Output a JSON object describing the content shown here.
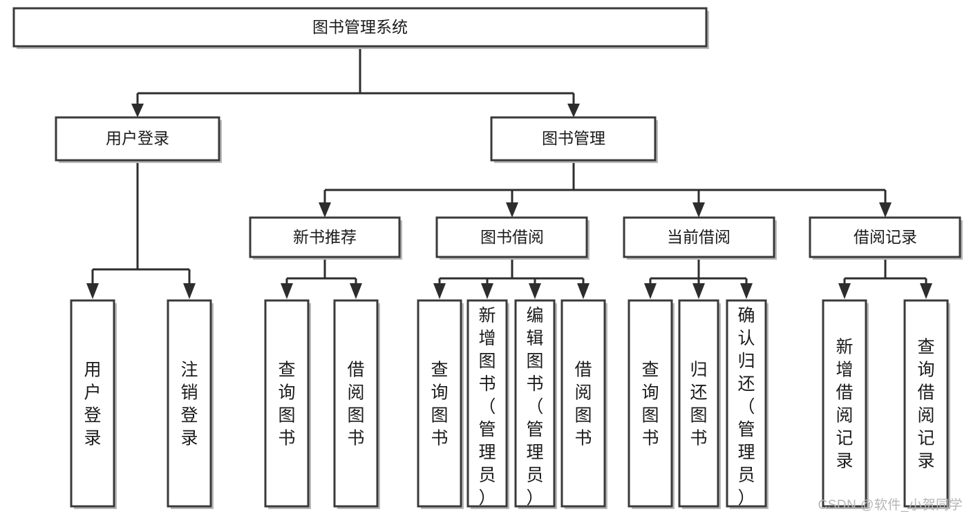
{
  "diagram": {
    "type": "tree",
    "title": "图书管理系统",
    "orientation": "top-down",
    "watermark": "CSDN @软件_小贺同学",
    "colors": {
      "background": "#ffffff",
      "box_fill": "#ffffff",
      "box_stroke": "#3a3a3a",
      "connector": "#2d2d2d",
      "text": "#1a1a1a",
      "watermark": "#b5b5b5"
    },
    "levels": [
      {
        "level": 1,
        "nodes": [
          {
            "id": "root",
            "label": "图书管理系统",
            "orientation": "horizontal"
          }
        ]
      },
      {
        "level": 2,
        "nodes": [
          {
            "id": "login",
            "label": "用户登录",
            "parent": "root",
            "orientation": "horizontal"
          },
          {
            "id": "bookmgmt",
            "label": "图书管理",
            "parent": "root",
            "orientation": "horizontal"
          }
        ]
      },
      {
        "level": 3,
        "nodes": [
          {
            "id": "newbook",
            "label": "新书推荐",
            "parent": "bookmgmt",
            "orientation": "horizontal"
          },
          {
            "id": "borrow",
            "label": "图书借阅",
            "parent": "bookmgmt",
            "orientation": "horizontal"
          },
          {
            "id": "current",
            "label": "当前借阅",
            "parent": "bookmgmt",
            "orientation": "horizontal"
          },
          {
            "id": "records",
            "label": "借阅记录",
            "parent": "bookmgmt",
            "orientation": "horizontal"
          }
        ]
      },
      {
        "level": 4,
        "nodes": [
          {
            "id": "leaf1",
            "label": "用户登录",
            "parent": "login",
            "orientation": "vertical"
          },
          {
            "id": "leaf2",
            "label": "注销登录",
            "parent": "login",
            "orientation": "vertical"
          },
          {
            "id": "leaf3",
            "label": "查询图书",
            "parent": "newbook",
            "orientation": "vertical"
          },
          {
            "id": "leaf4",
            "label": "借阅图书",
            "parent": "newbook",
            "orientation": "vertical"
          },
          {
            "id": "leaf5",
            "label": "查询图书",
            "parent": "borrow",
            "orientation": "vertical"
          },
          {
            "id": "leaf6",
            "label": "新增图书（管理员）",
            "parent": "borrow",
            "orientation": "vertical"
          },
          {
            "id": "leaf7",
            "label": "编辑图书（管理员）",
            "parent": "borrow",
            "orientation": "vertical"
          },
          {
            "id": "leaf8",
            "label": "借阅图书",
            "parent": "borrow",
            "orientation": "vertical"
          },
          {
            "id": "leaf9",
            "label": "查询图书",
            "parent": "current",
            "orientation": "vertical"
          },
          {
            "id": "leaf10",
            "label": "归还图书",
            "parent": "current",
            "orientation": "vertical"
          },
          {
            "id": "leaf11",
            "label": "确认归还（管理员）",
            "parent": "current",
            "orientation": "vertical"
          },
          {
            "id": "leaf12",
            "label": "新增借阅记录",
            "parent": "records",
            "orientation": "vertical"
          },
          {
            "id": "leaf13",
            "label": "查询借阅记录",
            "parent": "records",
            "orientation": "vertical"
          }
        ]
      }
    ]
  }
}
